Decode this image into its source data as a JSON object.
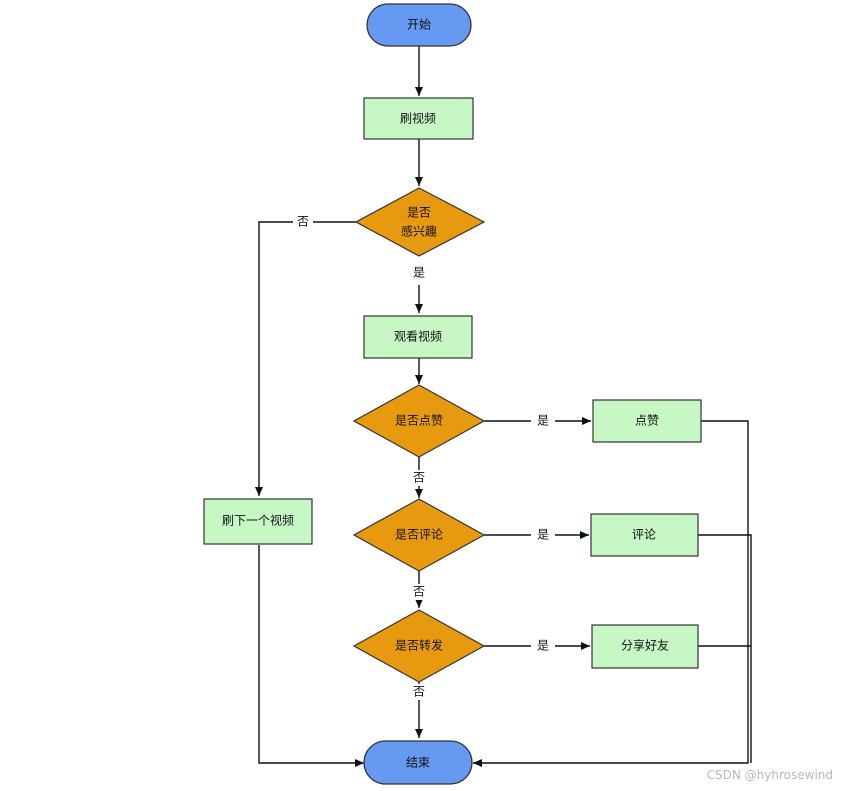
{
  "colors": {
    "terminal_fill": "#6699f2",
    "process_fill": "#c6f7c5",
    "decision_fill": "#e79a10",
    "stroke": "#333333",
    "line": "#111111"
  },
  "nodes": {
    "start": "开始",
    "browse": "刷视频",
    "interest_line1": "是否",
    "interest_line2": "感兴趣",
    "watch": "观看视频",
    "like_q": "是否点赞",
    "comment_q": "是否评论",
    "share_q": "是否转发",
    "like": "点赞",
    "comment": "评论",
    "share": "分享好友",
    "next": "刷下一个视频",
    "end": "结束"
  },
  "edge_labels": {
    "interest_no": "否",
    "interest_yes": "是",
    "like_yes": "是",
    "like_no": "否",
    "comment_yes": "是",
    "comment_no": "否",
    "share_yes": "是",
    "share_no": "否"
  },
  "watermark": "CSDN @hyhrosewind"
}
